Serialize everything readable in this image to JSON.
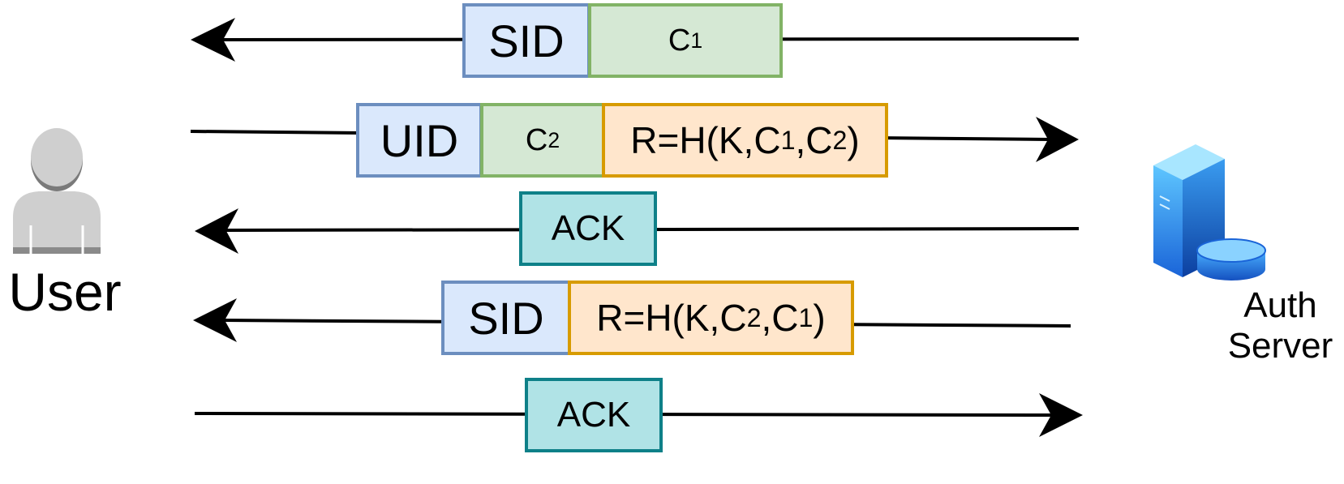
{
  "actors": {
    "user": {
      "label": "User",
      "icon": "user-icon"
    },
    "server": {
      "label_line1": "Auth",
      "label_line2": "Server",
      "icon": "server-database-icon"
    }
  },
  "messages": [
    {
      "direction": "server-to-user",
      "fields": [
        {
          "kind": "id",
          "text": "SID"
        },
        {
          "kind": "challenge",
          "base": "C",
          "sub": "1"
        }
      ]
    },
    {
      "direction": "user-to-server",
      "fields": [
        {
          "kind": "id",
          "text": "UID"
        },
        {
          "kind": "challenge",
          "base": "C",
          "sub": "2"
        },
        {
          "kind": "response",
          "prefix": "R=H(K,",
          "c_first": "C",
          "sub_first": "1",
          "sep": ",",
          "c_second": "C",
          "sub_second": "2",
          "suffix": ")"
        }
      ]
    },
    {
      "direction": "server-to-user",
      "fields": [
        {
          "kind": "ack",
          "text": "ACK"
        }
      ]
    },
    {
      "direction": "server-to-user",
      "fields": [
        {
          "kind": "id",
          "text": "SID"
        },
        {
          "kind": "response",
          "prefix": "R=H(K,",
          "c_first": "C",
          "sub_first": "2",
          "sep": ",",
          "c_second": "C",
          "sub_second": "1",
          "suffix": ")"
        }
      ]
    },
    {
      "direction": "user-to-server",
      "fields": [
        {
          "kind": "ack",
          "text": "ACK"
        }
      ]
    }
  ],
  "colors": {
    "id_fill": "#dae8fc",
    "id_border": "#6c8ebf",
    "challenge_fill": "#d5e8d4",
    "challenge_border": "#82b366",
    "response_fill": "#ffe6cc",
    "response_border": "#d79b00",
    "ack_fill": "#b0e3e6",
    "ack_border": "#0e8088"
  }
}
